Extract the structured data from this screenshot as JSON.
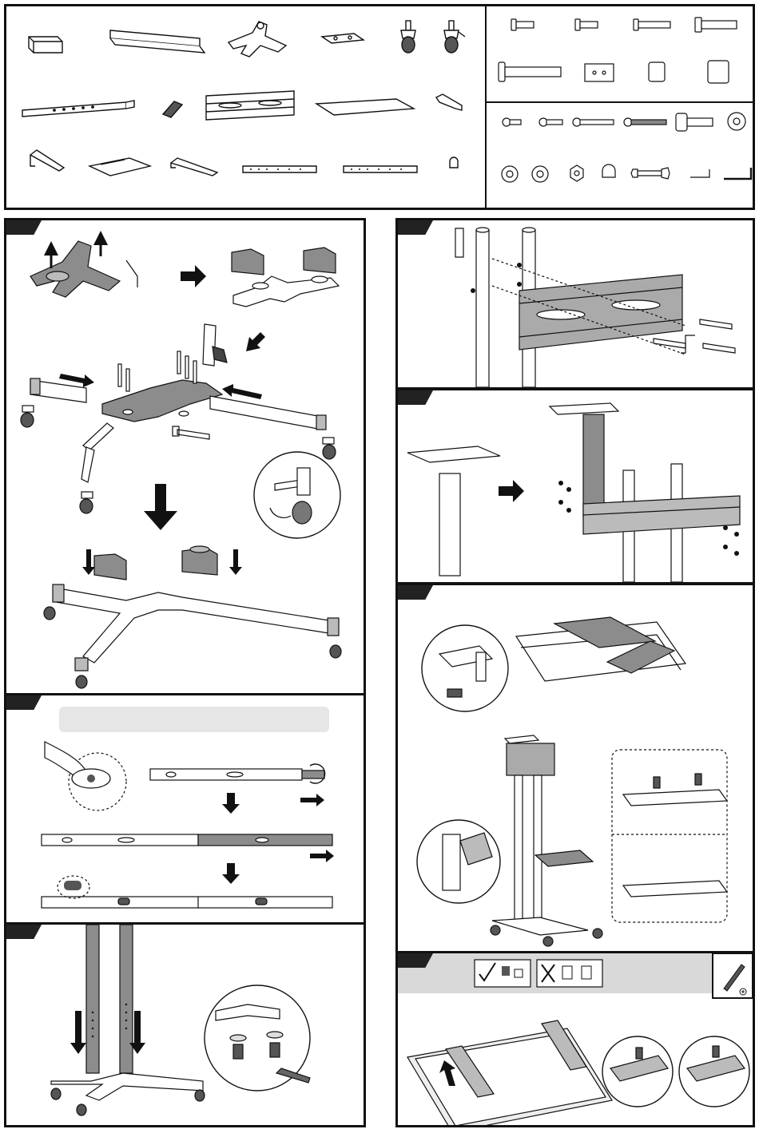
{
  "title": "",
  "colors": {
    "line": "#111111",
    "gray_fill": "#8c8c8c",
    "light_fill": "#e6e6e6",
    "band": "#d9d9d9"
  },
  "icons": {
    "screwdriver": "phillips-screwdriver-icon",
    "correct": "check-icon",
    "incorrect": "cross-icon",
    "arrow": "arrow-icon",
    "rotate": "rotate-arrow-icon"
  },
  "panels": [
    {
      "id": "parts-list"
    },
    {
      "id": "hardware-list"
    },
    {
      "id": "step-1-base-assembly"
    },
    {
      "id": "step-2-column-extension"
    },
    {
      "id": "step-3-column-install"
    },
    {
      "id": "step-4-mount-plate"
    },
    {
      "id": "step-5-tray-and-camera-shelf"
    },
    {
      "id": "step-6-shelf-brackets"
    },
    {
      "id": "step-7-tv-brackets"
    }
  ]
}
